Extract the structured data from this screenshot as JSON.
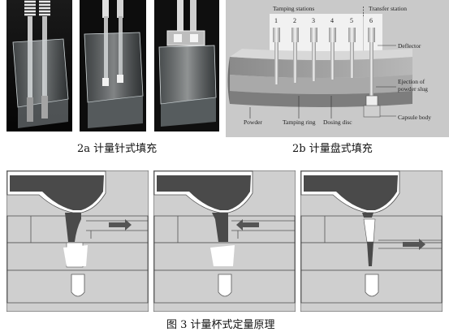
{
  "figure2a": {
    "caption": "2a  计量针式填充"
  },
  "figure2b": {
    "caption": "2b  计量盘式填充",
    "labels": {
      "tamping_stations": "Tamping stations",
      "transfer_station": "Transfer station",
      "station_numbers": [
        "1",
        "2",
        "3",
        "4",
        "5",
        "6"
      ],
      "deflector": "Deflector",
      "ejection_line1": "Ejection of",
      "ejection_line2": "powder slug",
      "powder": "Powder",
      "tamping_ring": "Tamping ring",
      "dosing_disc": "Dosing disc",
      "capsule_body": "Capsule body"
    }
  },
  "figure3": {
    "caption": "图 3  计量杯式定量原理"
  },
  "colors": {
    "photo_background": "#0e0e0e",
    "diagram_background": "#c9c9c9",
    "powder_fill": "#4a4a4a",
    "panel_gray": "#cfcfcf"
  }
}
